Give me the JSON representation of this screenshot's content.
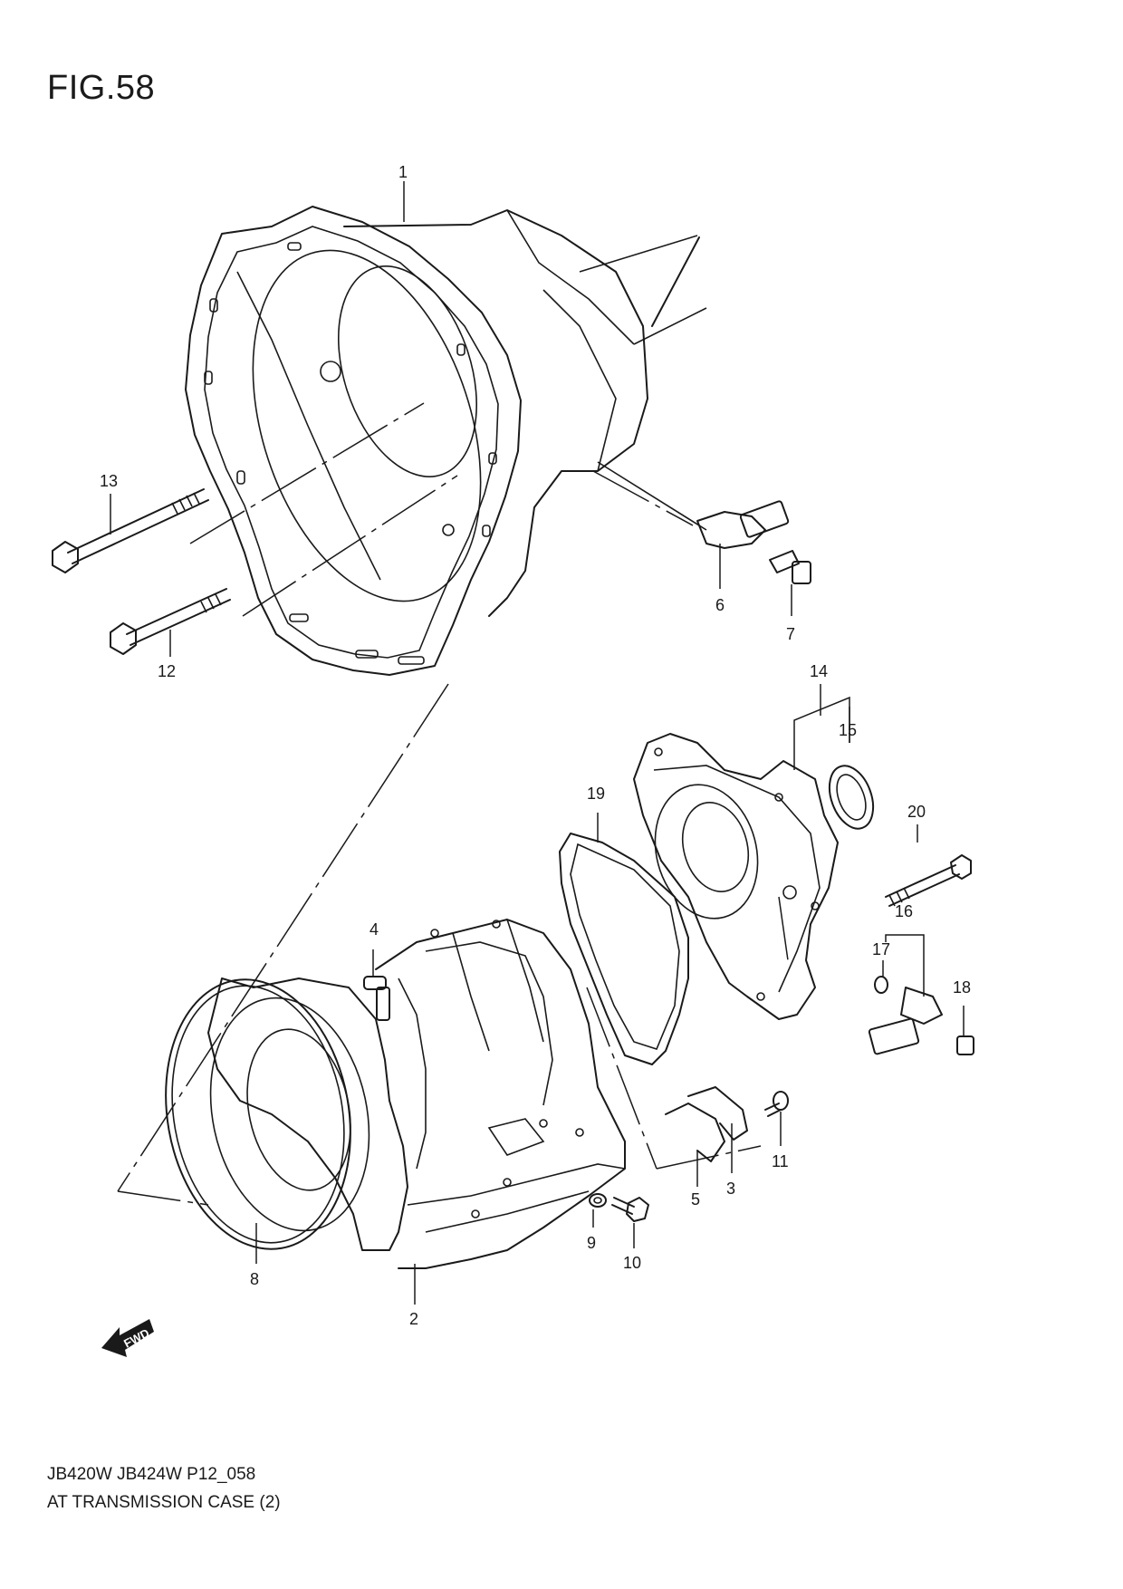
{
  "figure": {
    "title": "FIG.58"
  },
  "footer": {
    "code": "JB420W JB424W P12_058",
    "caption": "AT TRANSMISSION CASE (2)"
  },
  "fwd_label": "FWD",
  "callouts": [
    "1",
    "2",
    "3",
    "4",
    "5",
    "6",
    "7",
    "8",
    "9",
    "10",
    "11",
    "12",
    "13",
    "14",
    "15",
    "16",
    "17",
    "18",
    "19",
    "20"
  ]
}
